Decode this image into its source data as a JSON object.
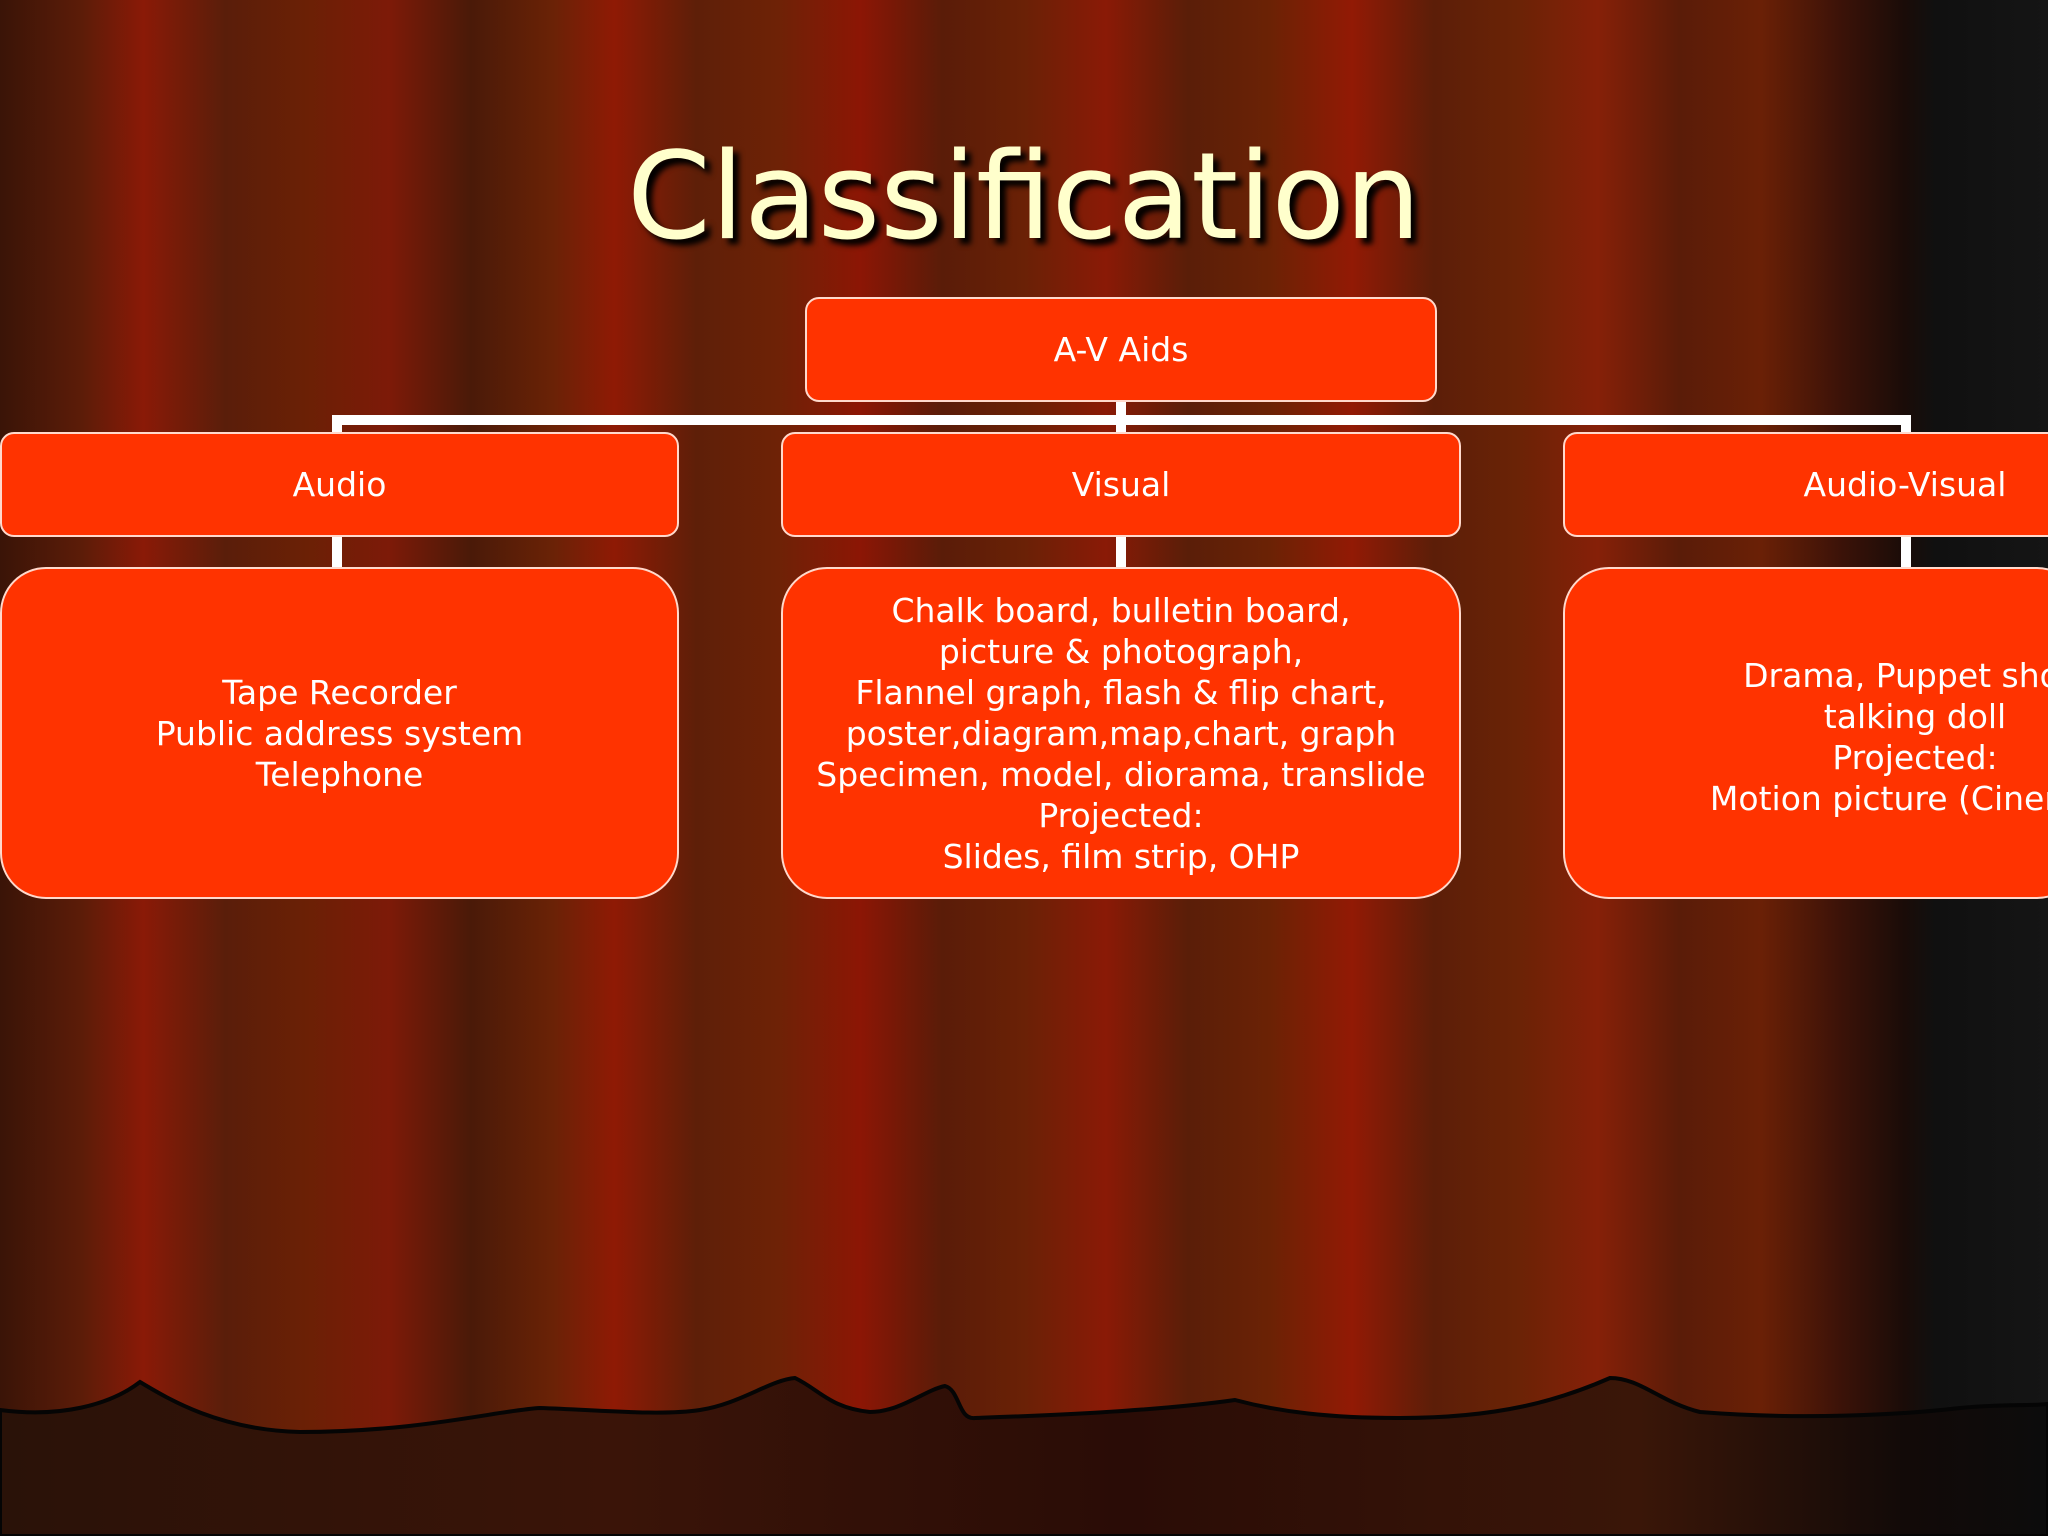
{
  "slide": {
    "title": "Classification",
    "root": "A-V Aids",
    "categories": [
      {
        "label": "Audio",
        "items": "Tape Recorder\nPublic address system\nTelephone"
      },
      {
        "label": "Visual",
        "items": "Chalk board, bulletin board,\npicture & photograph,\nFlannel graph, flash & flip chart,\nposter,diagram,map,chart, graph\nSpecimen, model, diorama, translide\nProjected:\nSlides, film strip, OHP"
      },
      {
        "label": "Audio-Visual",
        "items": "Drama, Puppet show\ntalking doll\nProjected:\nMotion picture (Cinema),"
      }
    ]
  },
  "colors": {
    "node_fill": "#ff3300",
    "title_text": "#ffffcc",
    "connector": "#ffffff"
  }
}
